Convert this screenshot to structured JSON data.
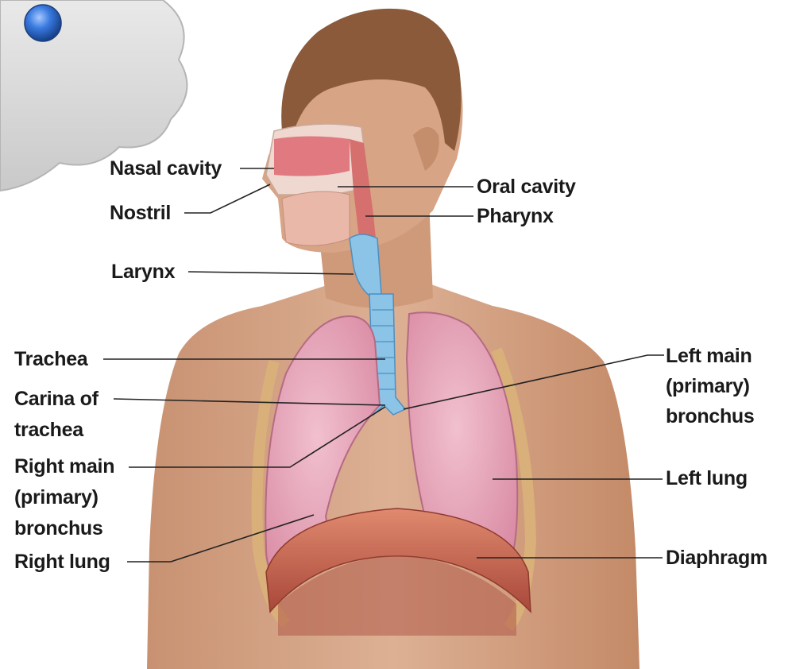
{
  "labels": {
    "nasal_cavity": "Nasal cavity",
    "nostril": "Nostril",
    "oral_cavity": "Oral cavity",
    "pharynx": "Pharynx",
    "larynx": "Larynx",
    "trachea": "Trachea",
    "carina_line1": "Carina of",
    "carina_line2": "trachea",
    "right_main_line1": "Right main",
    "right_main_line2": "(primary)",
    "right_main_line3": "bronchus",
    "right_lung": "Right lung",
    "left_main_line1": "Left main",
    "left_main_line2": "(primary)",
    "left_main_line3": "bronchus",
    "left_lung": "Left lung",
    "diaphragm": "Diaphragm"
  },
  "colors": {
    "skin": "#d8a888",
    "hair": "#8a5a3a",
    "lung": "#e7a3b8",
    "airway": "#8cc4e8",
    "diaphragm": "#c8664f",
    "cloud": "#d9d9d9",
    "bullet": "#2e6fd1"
  }
}
